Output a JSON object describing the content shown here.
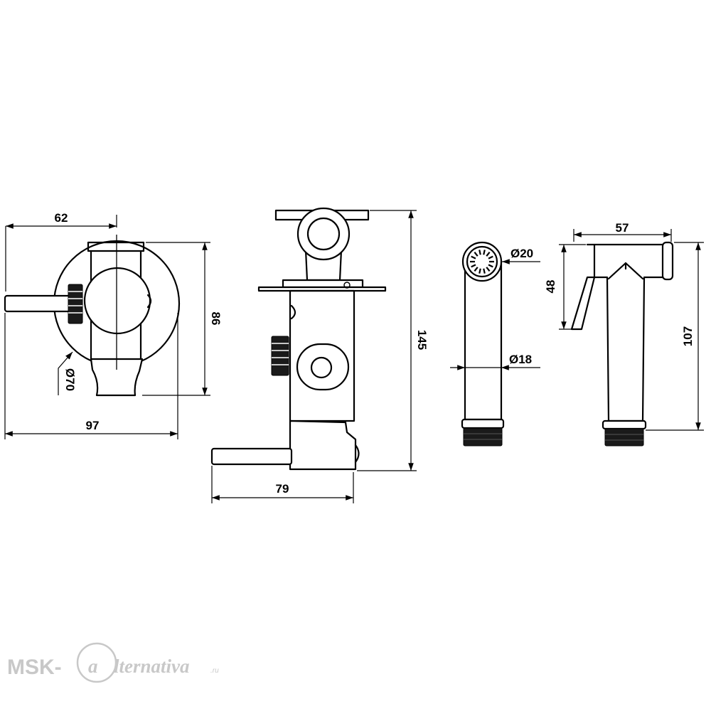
{
  "dimensions": {
    "front_width_top": "62",
    "front_height": "86",
    "front_diameter": "Ø70",
    "front_width_total": "97",
    "side_height": "145",
    "side_depth": "79",
    "hose_head_diameter": "Ø20",
    "hose_body_diameter": "Ø18",
    "sprayer_width": "57",
    "sprayer_lever_height": "48",
    "sprayer_height": "107"
  },
  "watermark": {
    "brand": "MSK-",
    "mark": "a",
    "rest": "lternativa",
    "tld": ".ru"
  },
  "colors": {
    "line": "#000000",
    "watermark": "#c8c8c8"
  }
}
